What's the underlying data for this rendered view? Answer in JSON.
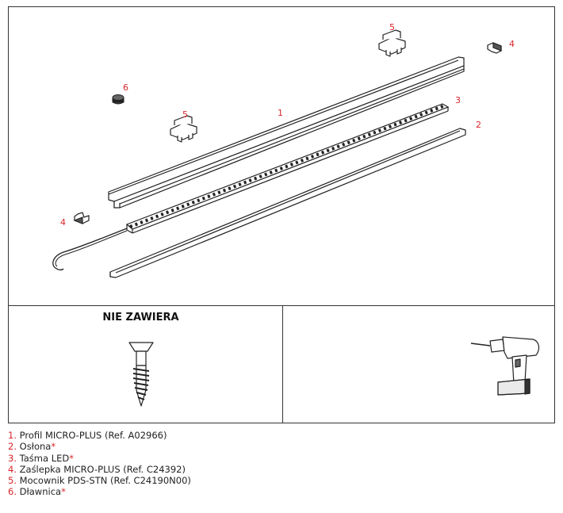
{
  "diagram": {
    "callouts": [
      {
        "id": "c1",
        "label": "1"
      },
      {
        "id": "c2",
        "label": "2"
      },
      {
        "id": "c3",
        "label": "3"
      },
      {
        "id": "c4a",
        "label": "4"
      },
      {
        "id": "c4b",
        "label": "4"
      },
      {
        "id": "c5a",
        "label": "5"
      },
      {
        "id": "c5b",
        "label": "5"
      },
      {
        "id": "c6",
        "label": "6"
      }
    ]
  },
  "not_included": {
    "title": "NIE ZAWIERA"
  },
  "legend": {
    "items": [
      {
        "num": "1.",
        "text": "Profil MICRO-PLUS (Ref. A02966)",
        "star": ""
      },
      {
        "num": "2.",
        "text": "Osłona",
        "star": "*"
      },
      {
        "num": "3.",
        "text": "Taśma LED",
        "star": "*"
      },
      {
        "num": "4.",
        "text": "Zaślepka MICRO-PLUS (Ref. C24392)",
        "star": ""
      },
      {
        "num": "5.",
        "text": "Mocownik PDS-STN (Ref. C24190N00)",
        "star": ""
      },
      {
        "num": "6.",
        "text": "Dławnica",
        "star": "*"
      }
    ]
  },
  "colors": {
    "callout": "#d9262b",
    "line": "#222222"
  }
}
